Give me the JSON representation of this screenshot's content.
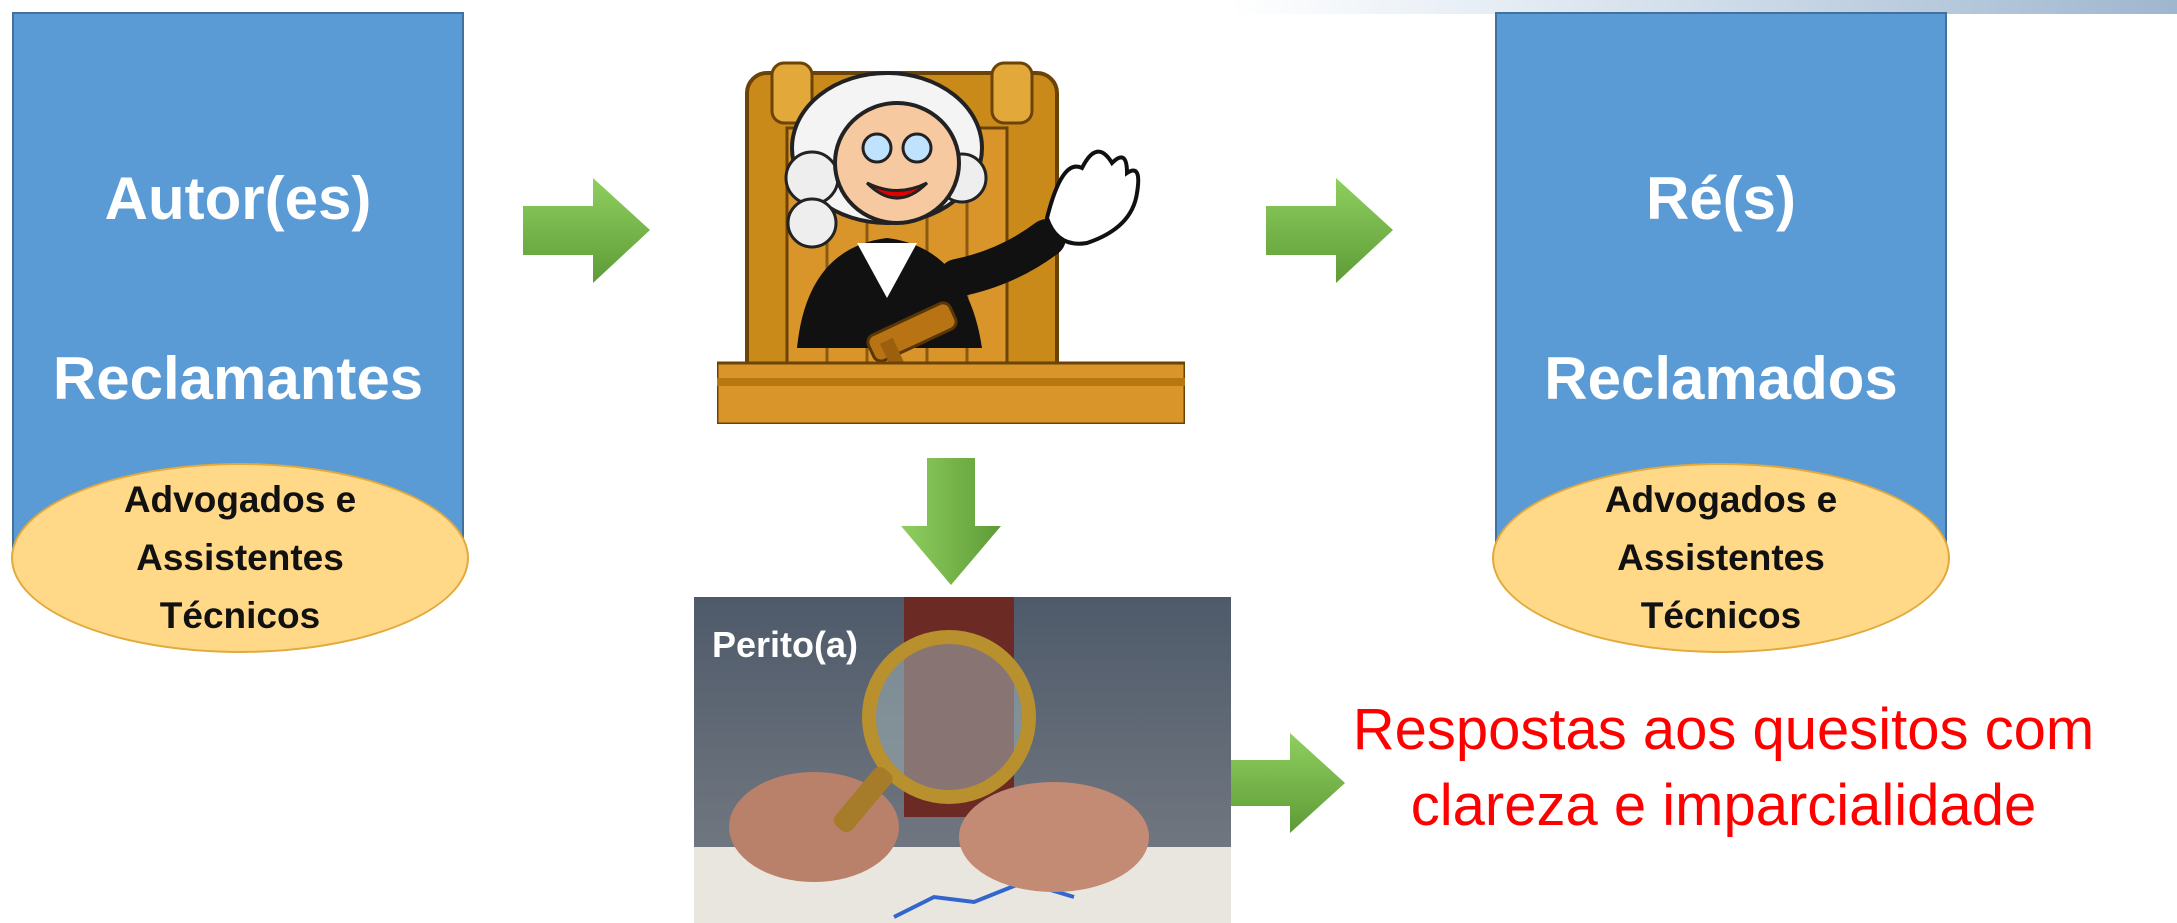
{
  "left_party": {
    "title": "Autor(es)",
    "subtitle": "Reclamantes",
    "support": "Advogados e\nAssistentes\nTécnicos"
  },
  "right_party": {
    "title": "Ré(s)",
    "subtitle": "Reclamados",
    "support": "Advogados e\nAssistentes\nTécnicos"
  },
  "expert": {
    "label": "Perito(a)"
  },
  "result": {
    "line1": "Respostas aos quesitos com",
    "line2": "clareza e imparcialidade"
  },
  "colors": {
    "box_fill": "#5b9bd5",
    "ellipse_fill": "#ffd888",
    "arrow_fill": "#70ad47",
    "result_text": "#ff0000"
  },
  "icons": [
    "judge-illustration",
    "expert-magnifier-photo",
    "arrow-right-icon",
    "arrow-down-icon"
  ]
}
